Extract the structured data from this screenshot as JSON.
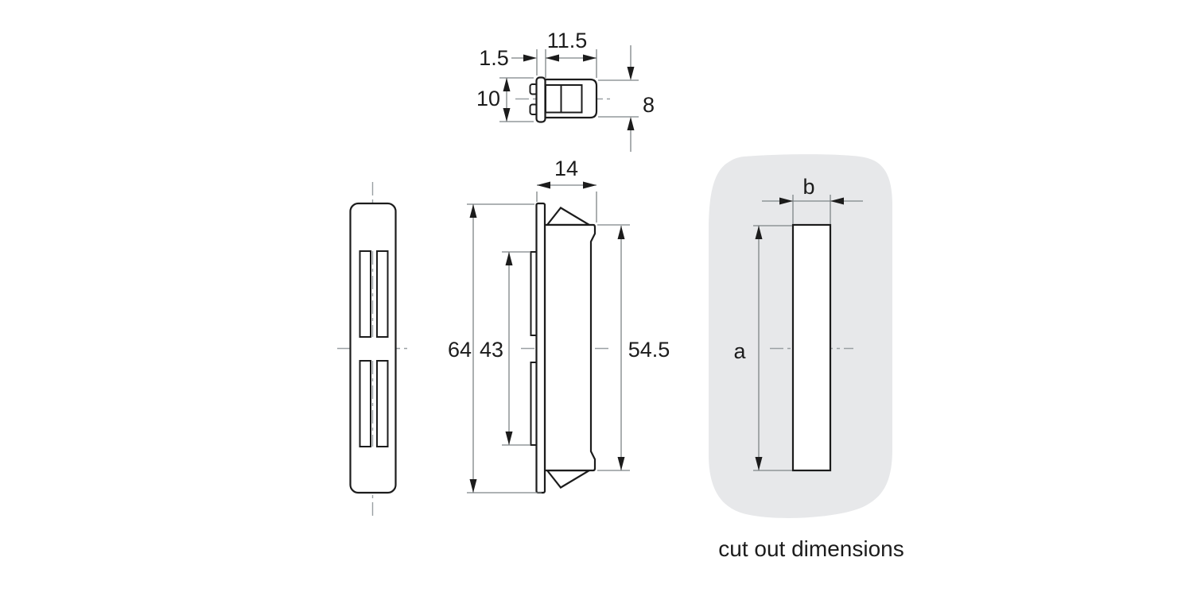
{
  "drawing_type": "technical dimension drawing",
  "colors": {
    "background": "#ffffff",
    "object_line": "#1c1c1c",
    "dimension_line": "#7e8486",
    "centerline": "#9aa0a3",
    "cutout_panel": "#e7e8ea",
    "text": "#1c1c1c"
  },
  "views": {
    "top": {
      "dim_flange_thickness": "1.5",
      "dim_body_length": "11.5",
      "dim_flange_width": "10",
      "dim_body_width": "8"
    },
    "side": {
      "dim_depth": "14",
      "dim_overall_height": "64",
      "dim_tab_height": "43",
      "dim_body_height": "54.5"
    },
    "cutout": {
      "dim_height": "a",
      "dim_width": "b",
      "caption": "cut out dimensions"
    }
  }
}
